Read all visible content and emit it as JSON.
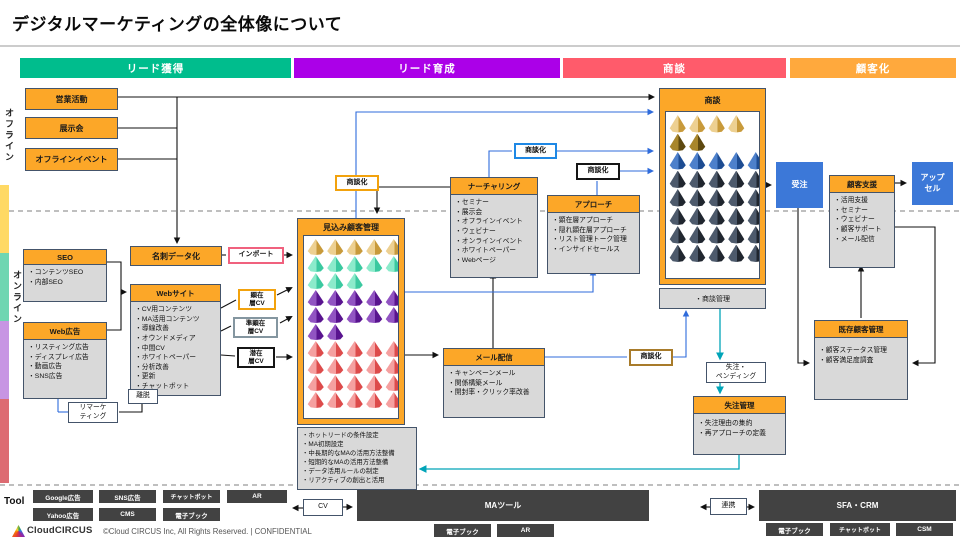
{
  "title": "デジタルマーケティングの全体像について",
  "stages": [
    {
      "label": "リード獲得",
      "color": "#00BD8D"
    },
    {
      "label": "リード育成",
      "color": "#AB00E8"
    },
    {
      "label": "商談",
      "color": "#FF5B6B"
    },
    {
      "label": "顧客化",
      "color": "#FFA93D"
    }
  ],
  "side_labels": {
    "offline": "オフライン",
    "online": "オンライン"
  },
  "colors": {
    "box_accent_orange": "#FCA728",
    "box_body_gray": "#D9D9D9",
    "box_border": "#44546A",
    "blue_box": "#3C78D8",
    "line_blue": "#2F6BDB",
    "line_teal": "#00A4B8",
    "tool_dark": "#424242",
    "tag_border_orange": "#F2A20D",
    "tag_border_blue": "#1E88E5",
    "tag_border_black": "#161616",
    "tag_border_brown": "#A87B2A",
    "tag_border_pink": "#F0617E",
    "tag_border_gray": "#8496A0",
    "side_bars": [
      "#FFD964",
      "#6FD6B2",
      "#C795E3",
      "#DD6B72"
    ]
  },
  "boxes": {
    "sales": {
      "title": "営業活動"
    },
    "exhibition": {
      "title": "展示会"
    },
    "offline_event": {
      "title": "オフラインイベント"
    },
    "seo": {
      "title": "SEO",
      "items": [
        "・コンテンツSEO",
        "・内部SEO"
      ]
    },
    "web_ad": {
      "title": "Web広告",
      "items": [
        "・リスティング広告",
        "・ディスプレイ広告",
        "・動画広告",
        "・SNS広告"
      ]
    },
    "remarketing": {
      "title": "リマーケ\nティング"
    },
    "meishi": {
      "title": "名刺データ化"
    },
    "import": {
      "title": "インポート"
    },
    "website": {
      "title": "Webサイト",
      "items": [
        "・CV用コンテンツ",
        "・MA活用コンテンツ",
        "・導線改善",
        "・オウンドメディア",
        "・中間CV",
        "・ホワイトペーパー",
        "・分析改善",
        "・更新",
        "・チャットボット"
      ]
    },
    "ridatsu": {
      "title": "離脱"
    },
    "mikomi": {
      "title": "見込み顧客管理"
    },
    "ma_setup": {
      "items": [
        "・ホットリードの条件設定",
        "・MA初期設定",
        "・中長期的なMAの活用方法整備",
        "・短期的なMAの活用方法整備",
        "・データ活用ルールの制定",
        "・リアクティブの創出と活用"
      ]
    },
    "cv_kenzai": {
      "title": "顕在\n層CV"
    },
    "cv_junkenzai": {
      "title": "準顕在\n層CV"
    },
    "cv_senzai": {
      "title": "潜在\n層CV"
    },
    "shodanka_orange": {
      "title": "商談化"
    },
    "shodanka_blue": {
      "title": "商談化"
    },
    "shodanka_black": {
      "title": "商談化"
    },
    "shodanka_brown": {
      "title": "商談化"
    },
    "nurturing": {
      "title": "ナーチャリング",
      "items": [
        "・セミナー",
        "・展示会",
        "・オフラインイベント",
        "・ウェビナー",
        "・オンラインイベント",
        "・ホワイトペーパー",
        "・Webページ"
      ]
    },
    "approach": {
      "title": "アプローチ",
      "items": [
        "・顕在層アプローチ",
        "・隠れ顕在層アプローチ",
        "・リスト管理トーク管理",
        "・インサイドセールス"
      ]
    },
    "mail": {
      "title": "メール配信",
      "items": [
        "・キャンペーンメール",
        "・関係構築メール",
        "・開封率・クリック率改善"
      ]
    },
    "shodan": {
      "title": "商談",
      "footer": "・商談管理"
    },
    "juchu": {
      "title": "受注"
    },
    "upsell": {
      "title": "アップ\nセル"
    },
    "kokyaku_shien": {
      "title": "顧客支援",
      "items": [
        "・活用支援",
        "・セミナー",
        "・ウェビナー",
        "・顧客サポート",
        "・メール配信"
      ]
    },
    "kizon": {
      "title": "既存顧客管理",
      "items": [
        "・顧客ステータス管理",
        "・顧客満足度調査"
      ]
    },
    "shitchu_pending": {
      "title": "失注・\nペンディング"
    },
    "shitchu_kanri": {
      "title": "失注管理",
      "items": [
        "・失注理由の集約",
        "・再アプローチの定義"
      ]
    }
  },
  "cones": {
    "palette": {
      "tan": [
        "#EDD091",
        "#C89A3B"
      ],
      "teal": [
        "#8BEBCB",
        "#3BC9A0"
      ],
      "purple": [
        "#9154C2",
        "#59148F"
      ],
      "red": [
        "#F5A0A0",
        "#DD4B4B"
      ],
      "blue": [
        "#4D80CB",
        "#1D4C92"
      ],
      "navy": [
        "#4D5A6C",
        "#20262F"
      ],
      "brown": [
        "#A8862B",
        "#5E490F"
      ]
    },
    "mikomi_rows": [
      [
        "tan",
        5
      ],
      [
        "teal",
        5
      ],
      [
        "teal",
        3
      ],
      [
        "purple",
        5
      ],
      [
        "purple",
        5
      ],
      [
        "purple",
        2
      ],
      [
        "red",
        5
      ],
      [
        "red",
        5
      ],
      [
        "red",
        5
      ],
      [
        "red",
        5
      ]
    ],
    "shodan_rows": [
      [
        "tan",
        4
      ],
      [
        "brown",
        2
      ],
      [
        "blue",
        5
      ],
      [
        "navy",
        5
      ],
      [
        "navy",
        5
      ],
      [
        "navy",
        5
      ],
      [
        "navy",
        5
      ],
      [
        "navy",
        5
      ]
    ]
  },
  "tools": {
    "section_label": "Tool",
    "ad_buttons": [
      "Google広告",
      "SNS広告",
      "チャットボット",
      "AR",
      "Yahoo広告",
      "CMS",
      "電子ブック"
    ],
    "cv_label": "CV",
    "ma_label": "MAツール",
    "ma_buttons": [
      "電子ブック",
      "AR"
    ],
    "renkei_label": "連携",
    "sfa_label": "SFA・CRM",
    "sfa_buttons": [
      "電子ブック",
      "チャットボット",
      "CSM"
    ]
  },
  "footer": {
    "brand": "CloudCIRCUS",
    "copyright": "©Cloud CIRCUS Inc, All Rights Reserved. | CONFIDENTIAL"
  }
}
